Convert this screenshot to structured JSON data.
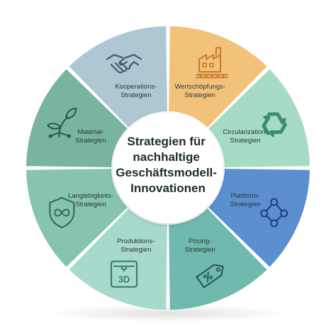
{
  "center": {
    "lines": [
      "Strategien für",
      "nachhaltige",
      "Geschäftsmodell-",
      "Innovationen"
    ]
  },
  "segments": [
    {
      "lines": [
        "Wertschöpfungs-",
        "Strategien"
      ],
      "color": "#f3c27a",
      "icon": "factory-icon",
      "icon_color": "#c97e2f"
    },
    {
      "lines": [
        "Circularization-",
        "Strategien"
      ],
      "color": "#a6dcc3",
      "icon": "recycle-icon",
      "icon_color": "#3a8f6c"
    },
    {
      "lines": [
        "Plattform-",
        "Strategien"
      ],
      "color": "#5b8fd0",
      "icon": "network-icon",
      "icon_color": "#1e3f78"
    },
    {
      "lines": [
        "Pricing-",
        "Strategien"
      ],
      "color": "#6fb9ad",
      "icon": "price-tag-icon",
      "icon_color": "#255d57"
    },
    {
      "lines": [
        "Produktions-",
        "Strategien"
      ],
      "color": "#a8d9cd",
      "icon": "3d-printer-icon",
      "icon_color": "#3a7d72"
    },
    {
      "lines": [
        "Langlebigkeits-",
        "Strategien"
      ],
      "color": "#86c4ae",
      "icon": "infinity-shield-icon",
      "icon_color": "#2f6f5e"
    },
    {
      "lines": [
        "Material-",
        "Strategien"
      ],
      "color": "#78b49e",
      "icon": "plant-icon",
      "icon_color": "#275b4c"
    },
    {
      "lines": [
        "Kooperations-",
        "Strategien"
      ],
      "color": "#aec7d3",
      "icon": "handshake-icon",
      "icon_color": "#3e5f70"
    }
  ],
  "icon_text": {
    "printer": "3D"
  }
}
